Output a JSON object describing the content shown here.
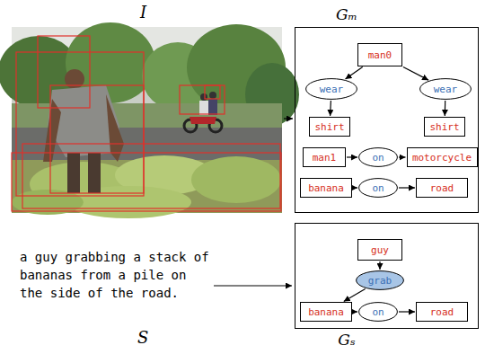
{
  "diagram": {
    "nodes": [
      {
        "text": [
          "Gₘ"
        ]
      },
      {
        "text": [
          "man0"
        ],
        "in": 0
      },
      {
        "text": [
          "wear"
        ],
        "in": 0
      },
      {
        "text": [
          "wear"
        ],
        "in": 0
      },
      {
        "text": [
          "shirt"
        ],
        "in": 0
      },
      {
        "text": [
          "shirt"
        ],
        "in": 0
      },
      {
        "text": [
          "man1"
        ],
        "in": 0
      },
      {
        "text": [
          "on"
        ],
        "in": 0
      },
      {
        "text": [
          "motorcycle"
        ],
        "in": 0
      },
      {
        "text": [
          "banana"
        ],
        "in": 0
      },
      {
        "text": [
          "on"
        ],
        "in": 0
      },
      {
        "text": [
          "road"
        ],
        "in": 0
      },
      {
        "text": [
          "Gₛ"
        ]
      },
      {
        "text": [
          "guy"
        ],
        "in": 12
      },
      {
        "text": [
          "grab"
        ],
        "in": 12
      },
      {
        "text": [
          "banana"
        ],
        "in": 12
      },
      {
        "text": [
          "on"
        ],
        "in": 12
      },
      {
        "text": [
          "road"
        ],
        "in": 12
      }
    ],
    "edges": [
      {
        "from": 1,
        "to": 2,
        "arrow": "to"
      },
      {
        "from": 1,
        "to": 3,
        "arrow": "to"
      },
      {
        "from": 2,
        "to": 4,
        "arrow": "to"
      },
      {
        "from": 3,
        "to": 5,
        "arrow": "to"
      },
      {
        "from": 6,
        "to": 7,
        "arrow": "to"
      },
      {
        "from": 7,
        "to": 8,
        "arrow": "to"
      },
      {
        "from": 9,
        "to": 10,
        "arrow": "to"
      },
      {
        "from": 10,
        "to": 11,
        "arrow": "to"
      },
      {
        "from": 13,
        "to": 14,
        "arrow": "to"
      },
      {
        "from": 14,
        "to": 15,
        "arrow": "to"
      },
      {
        "from": 15,
        "to": 16,
        "arrow": "to"
      },
      {
        "from": 16,
        "to": 17,
        "arrow": "to"
      }
    ],
    "labels": [
      "I",
      "S",
      "a guy grabbing a stack of bananas from a pile on the side of the road."
    ]
  }
}
